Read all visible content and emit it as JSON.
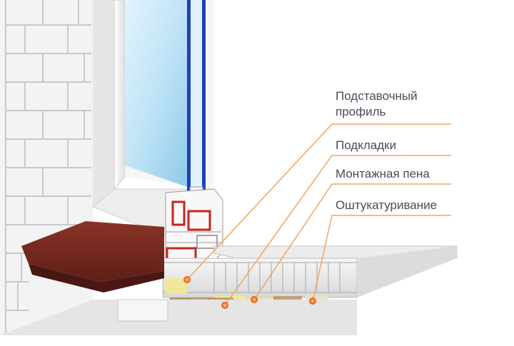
{
  "labels": [
    {
      "line1": "Подставочный",
      "line2": "профиль"
    },
    {
      "line1": "Подкладки"
    },
    {
      "line1": "Монтажная пена"
    },
    {
      "line1": "Оштукатуривание"
    }
  ],
  "colors": {
    "leader": "#f2a35e",
    "marker": "#f07a2a",
    "brick": "#f1f1f1",
    "mortar": "#cfcfcf",
    "frame": "#f4f4f4",
    "glass": "#bfe3f6",
    "glass_edge": "#1f3fbf",
    "sill": "#7b2c22",
    "foam": "#f1e79a",
    "shim": "#c9a66b",
    "board": "#e9e9e9"
  }
}
